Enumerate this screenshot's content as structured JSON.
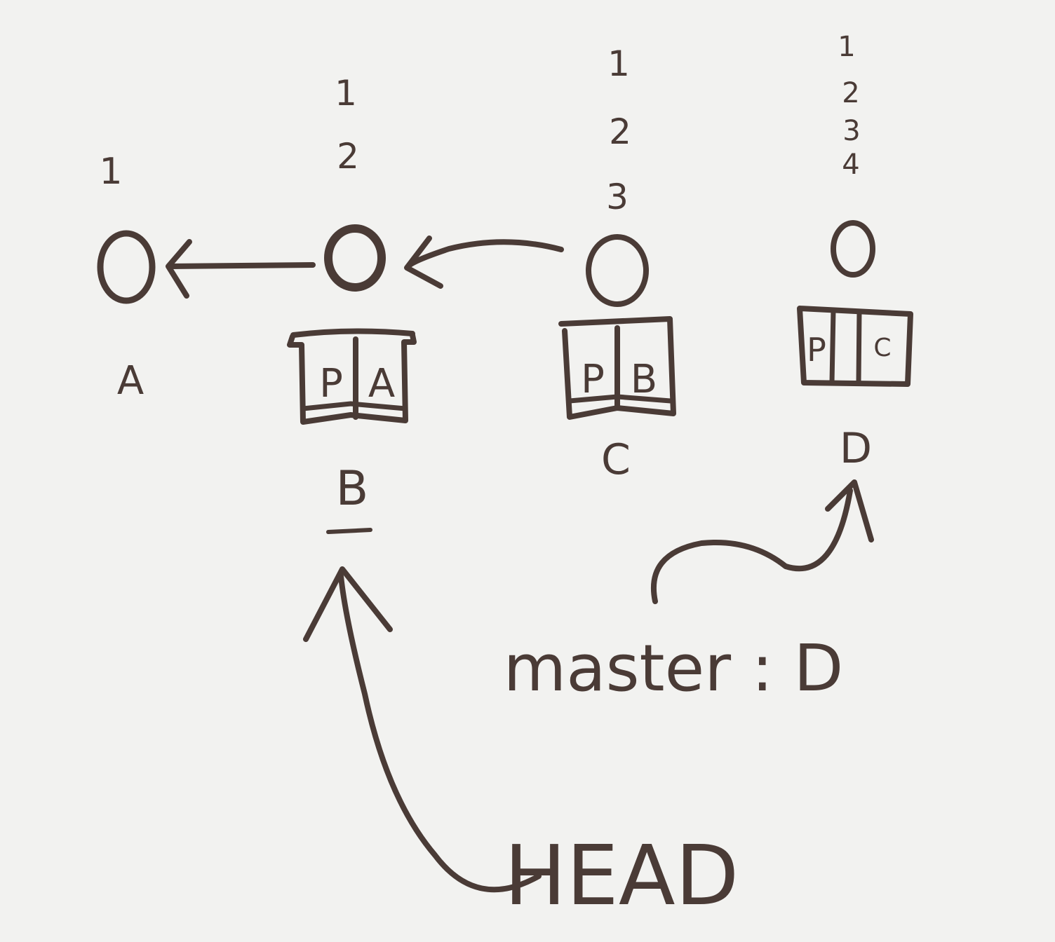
{
  "commits": [
    {
      "id": "A",
      "label": "A",
      "lines": [
        "1"
      ],
      "box": null
    },
    {
      "id": "B",
      "label": "B",
      "lines": [
        "1",
        "2"
      ],
      "box": {
        "left": "P",
        "right": "A"
      }
    },
    {
      "id": "C",
      "label": "C",
      "lines": [
        "1",
        "2",
        "3"
      ],
      "box": {
        "left": "P",
        "right": "B"
      }
    },
    {
      "id": "D",
      "label": "D",
      "lines": [
        "1",
        "2",
        "3",
        "4"
      ],
      "box": {
        "left": "P",
        "right": "C"
      }
    }
  ],
  "refs": {
    "head": "HEAD",
    "master": "master : D"
  },
  "colors": {
    "ink": "#4a3b36",
    "paper": "#f2f2f0"
  }
}
